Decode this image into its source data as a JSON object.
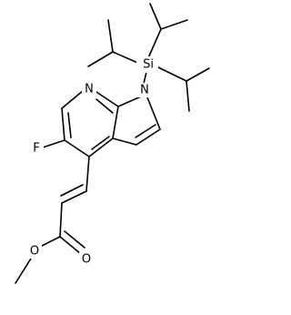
{
  "molecule": {
    "atoms": {
      "si": "Si",
      "n_ring": "N",
      "n_pyrrole": "N",
      "fluorine": "F",
      "oxygen_ether": "O",
      "oxygen_carbonyl": "O"
    }
  }
}
